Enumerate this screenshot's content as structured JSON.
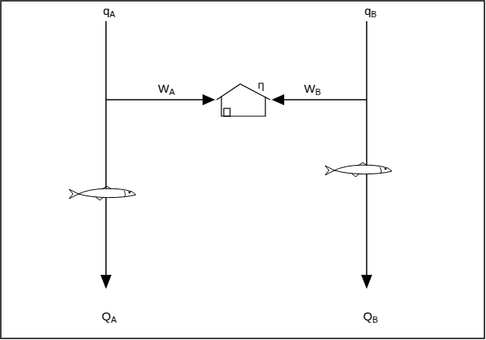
{
  "diagram": {
    "labels": [
      "qA",
      "qB",
      "WA",
      "WB",
      "QA",
      "QB"
    ]
  }
}
